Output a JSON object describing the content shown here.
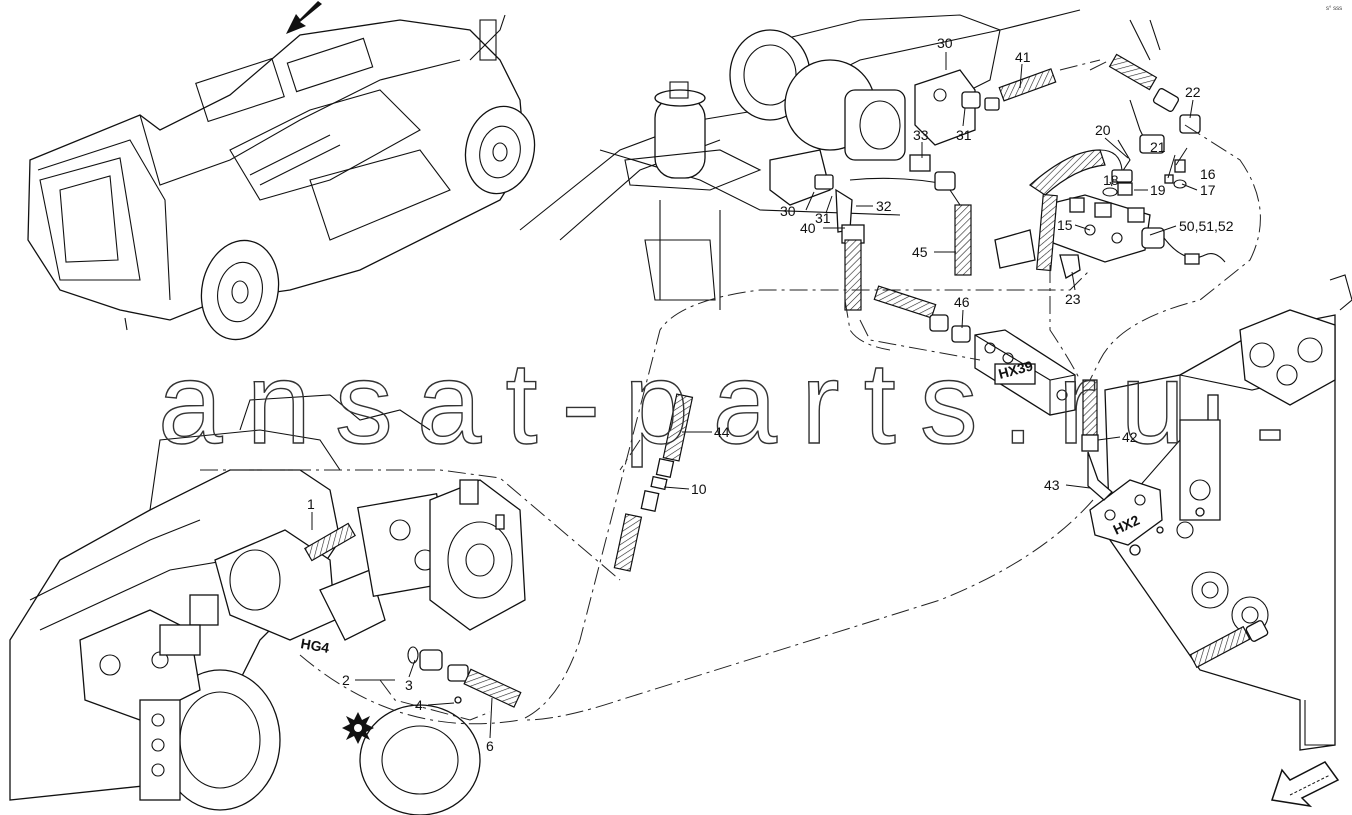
{
  "corner_code": "s° sss",
  "watermark": "ansat-parts.ru",
  "component_tags": {
    "hx39": "HX39",
    "hx2": "HX2",
    "hg4": "HG4"
  },
  "callouts": {
    "c30a": "30",
    "c41": "41",
    "c22": "22",
    "c33": "33",
    "c31a": "31",
    "c20": "20",
    "c18": "18",
    "c21": "21",
    "c16": "16",
    "c19": "19",
    "c17": "17",
    "c30b": "30",
    "c31b": "31",
    "c32": "32",
    "c15": "15",
    "c505152": "50,51,52",
    "c40": "40",
    "c45": "45",
    "c23": "23",
    "c46": "46",
    "c44": "44",
    "c42": "42",
    "c10": "10",
    "c43": "43",
    "c1": "1",
    "c2": "2",
    "c3": "3",
    "c4": "4",
    "c6": "6"
  },
  "icons": {
    "overview_arrow": "down-left-arrow-icon",
    "orientation_arrow": "orientation-arrow-icon",
    "company_logo": "star-logo-icon"
  }
}
